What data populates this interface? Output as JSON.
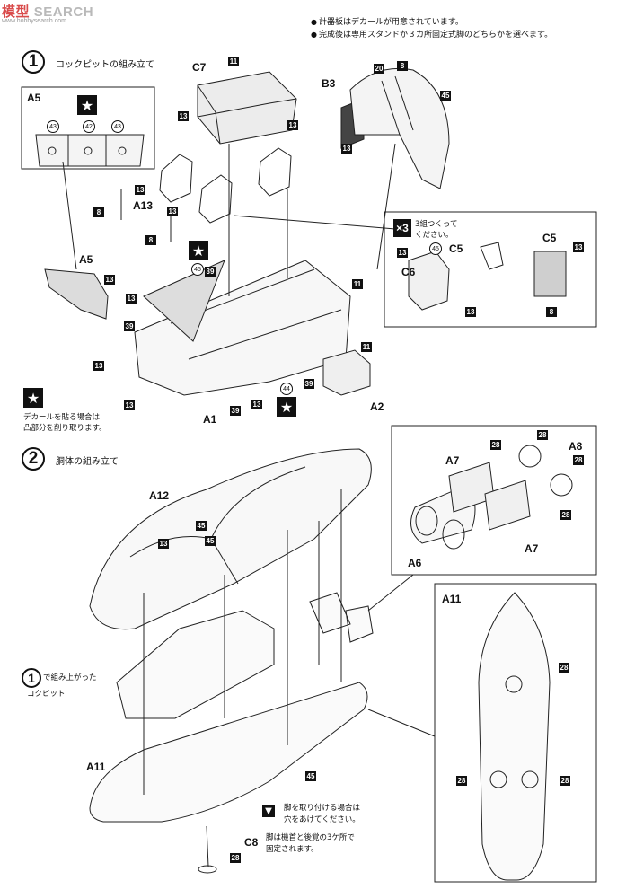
{
  "watermark": {
    "prefix": "模型",
    "text": "SEARCH",
    "url": "www.hobbysearch.com"
  },
  "notes": [
    "計器板はデカールが用意されています。",
    "完成後は専用スタンドか３カ所固定式脚のどちらかを選べます。"
  ],
  "step1": {
    "number": "1",
    "title": "コックピットの組み立て"
  },
  "step2": {
    "number": "2",
    "title": "胴体の組み立て"
  },
  "labels": {
    "a5_box": "A5",
    "c7": "C7",
    "b3": "B3",
    "a5": "A5",
    "a13": "A13",
    "a1": "A1",
    "a2": "A2",
    "c6": "C6",
    "c5a": "C5",
    "c5b": "C5",
    "a7a": "A7",
    "a7b": "A7",
    "a8": "A8",
    "a6": "A6",
    "a12": "A12",
    "a11_box": "A11",
    "a11": "A11",
    "c8": "C8"
  },
  "tags": {
    "t11a": "11",
    "t13a": "13",
    "t13b": "13",
    "t20": "20",
    "t8a": "8",
    "t45a": "45",
    "t13c": "13",
    "t13d": "13",
    "t8b": "8",
    "t13e": "13",
    "t8c": "8",
    "t45b": "45",
    "t39a": "39",
    "t13f": "13",
    "t11b": "11",
    "t13g": "13",
    "t39b": "39",
    "t13h": "13",
    "t13i": "13",
    "t11c": "11",
    "t39c": "39",
    "t13j": "13",
    "t44": "44",
    "t39d": "39",
    "t45c": "45",
    "t13k": "13",
    "t13l": "13",
    "t13m": "13",
    "t8d": "8",
    "t28a": "28",
    "t28b": "28",
    "t28c": "28",
    "t28d": "28",
    "t45d": "45",
    "t45e": "45",
    "t13n": "13",
    "t28e": "28",
    "t28f": "28",
    "t28g": "28",
    "t45f": "45",
    "t28h": "28"
  },
  "panel_parts": {
    "p43a": "43",
    "p42": "42",
    "p43b": "43"
  },
  "x3": {
    "mark": "×3",
    "text1": "3組つくって",
    "text2": "ください。"
  },
  "decal_note": {
    "line1": "デカールを貼る場合は",
    "line2": "凸部分を削り取ります。"
  },
  "cockpit_ref": {
    "number": "1",
    "line1": "で組み上がった",
    "line2": "コクピット"
  },
  "leg_note": {
    "line1": "脚を取り付ける場合は",
    "line2": "穴をあけてください。",
    "line3": "脚は機首と後覚の3ケ所で",
    "line4": "固定されます。"
  },
  "icons": {
    "star": "star-icon",
    "drill": "drill-hole-icon"
  }
}
